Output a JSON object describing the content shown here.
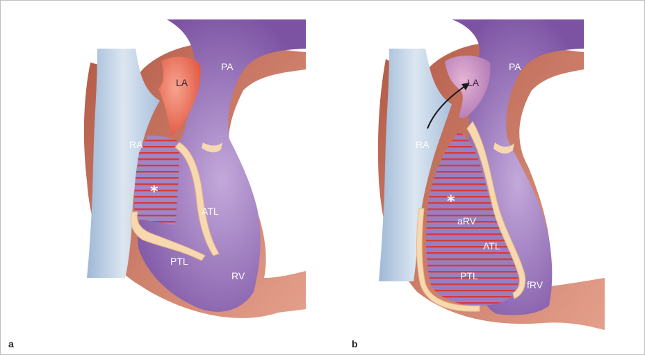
{
  "panels": [
    {
      "id": "a",
      "letter": "a",
      "labels": {
        "RA": "RA",
        "LA": "LA",
        "PA": "PA",
        "ATL": "ATL",
        "PTL": "PTL",
        "RV": "RV",
        "star": "*"
      }
    },
    {
      "id": "b",
      "letter": "b",
      "labels": {
        "RA": "RA",
        "LA": "LA",
        "PA": "PA",
        "aRV": "aRV",
        "ATL": "ATL",
        "PTL": "PTL",
        "fRV": "fRV",
        "star": "*"
      }
    }
  ],
  "colors": {
    "wall": "#a8493a",
    "wall_light": "#d88b78",
    "ra_blue": "#b9cde3",
    "purple": "#8a62ad",
    "purple_light": "#b79ad0",
    "la_red": "#e86a55",
    "valve_cream": "#f6d9b0",
    "stripe_red": "#d9383a"
  }
}
